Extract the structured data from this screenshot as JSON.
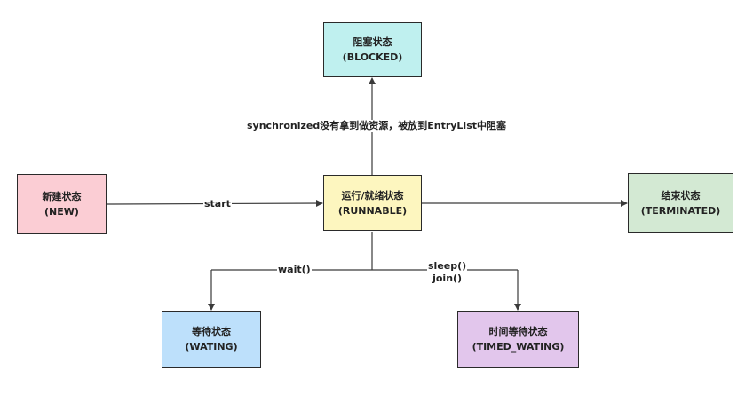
{
  "nodes": {
    "blocked": {
      "name": "阻塞状态",
      "code": "(BLOCKED)",
      "fill": "#bff0ef"
    },
    "new": {
      "name": "新建状态",
      "code": "(NEW)",
      "fill": "#fbcdd4"
    },
    "runnable": {
      "name": "运行/就绪状态",
      "code": "(RUNNABLE)",
      "fill": "#fdf6bf"
    },
    "terminated": {
      "name": "结束状态",
      "code": "(TERMINATED)",
      "fill": "#d3e9d3"
    },
    "waiting": {
      "name": "等待状态",
      "code": "(WATING)",
      "fill": "#bde0fb"
    },
    "timed_waiting": {
      "name": "时间等待状态",
      "code": "(TIMED_WATING)",
      "fill": "#e2c6ec"
    }
  },
  "edges": {
    "new_to_runnable": "start",
    "runnable_to_blocked": "synchronized没有拿到做资源，被放到EntryList中阻塞",
    "runnable_to_waiting": "wait()",
    "runnable_to_timed_waiting_1": "sleep()",
    "runnable_to_timed_waiting_2": "join()"
  },
  "colors": {
    "line": "#3a3a3a",
    "border": "#2a2a2a"
  }
}
